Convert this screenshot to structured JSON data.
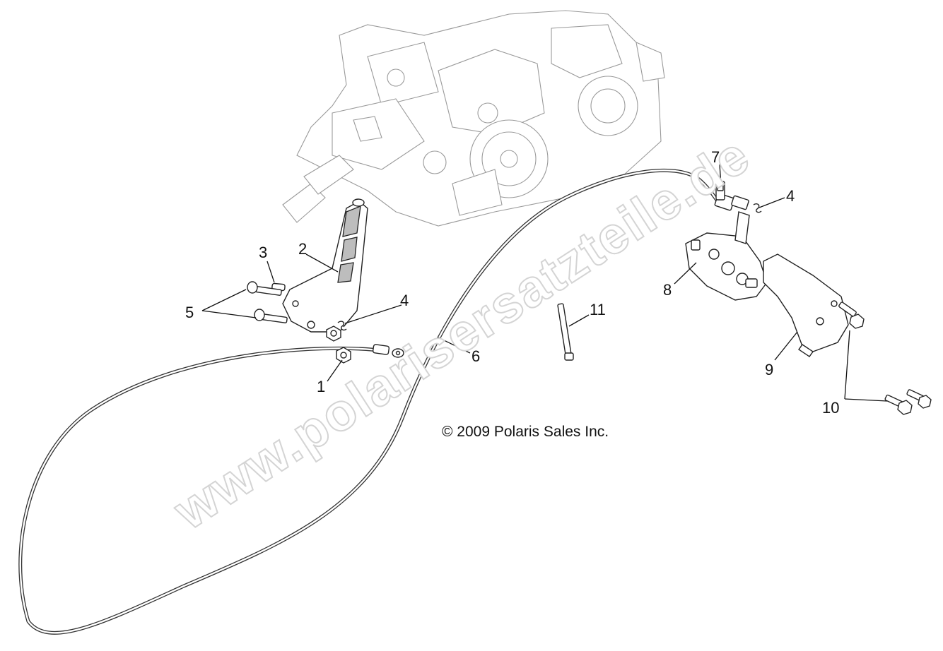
{
  "diagram": {
    "watermark": "www.polarisersatzteile.de",
    "copyright": "© 2009 Polaris Sales Inc.",
    "callouts": [
      {
        "id": "1",
        "label": "1"
      },
      {
        "id": "2",
        "label": "2"
      },
      {
        "id": "3",
        "label": "3"
      },
      {
        "id": "4a",
        "label": "4"
      },
      {
        "id": "4b",
        "label": "4"
      },
      {
        "id": "5",
        "label": "5"
      },
      {
        "id": "6",
        "label": "6"
      },
      {
        "id": "7",
        "label": "7"
      },
      {
        "id": "8",
        "label": "8"
      },
      {
        "id": "9",
        "label": "9"
      },
      {
        "id": "10",
        "label": "10"
      },
      {
        "id": "11",
        "label": "11"
      }
    ]
  }
}
